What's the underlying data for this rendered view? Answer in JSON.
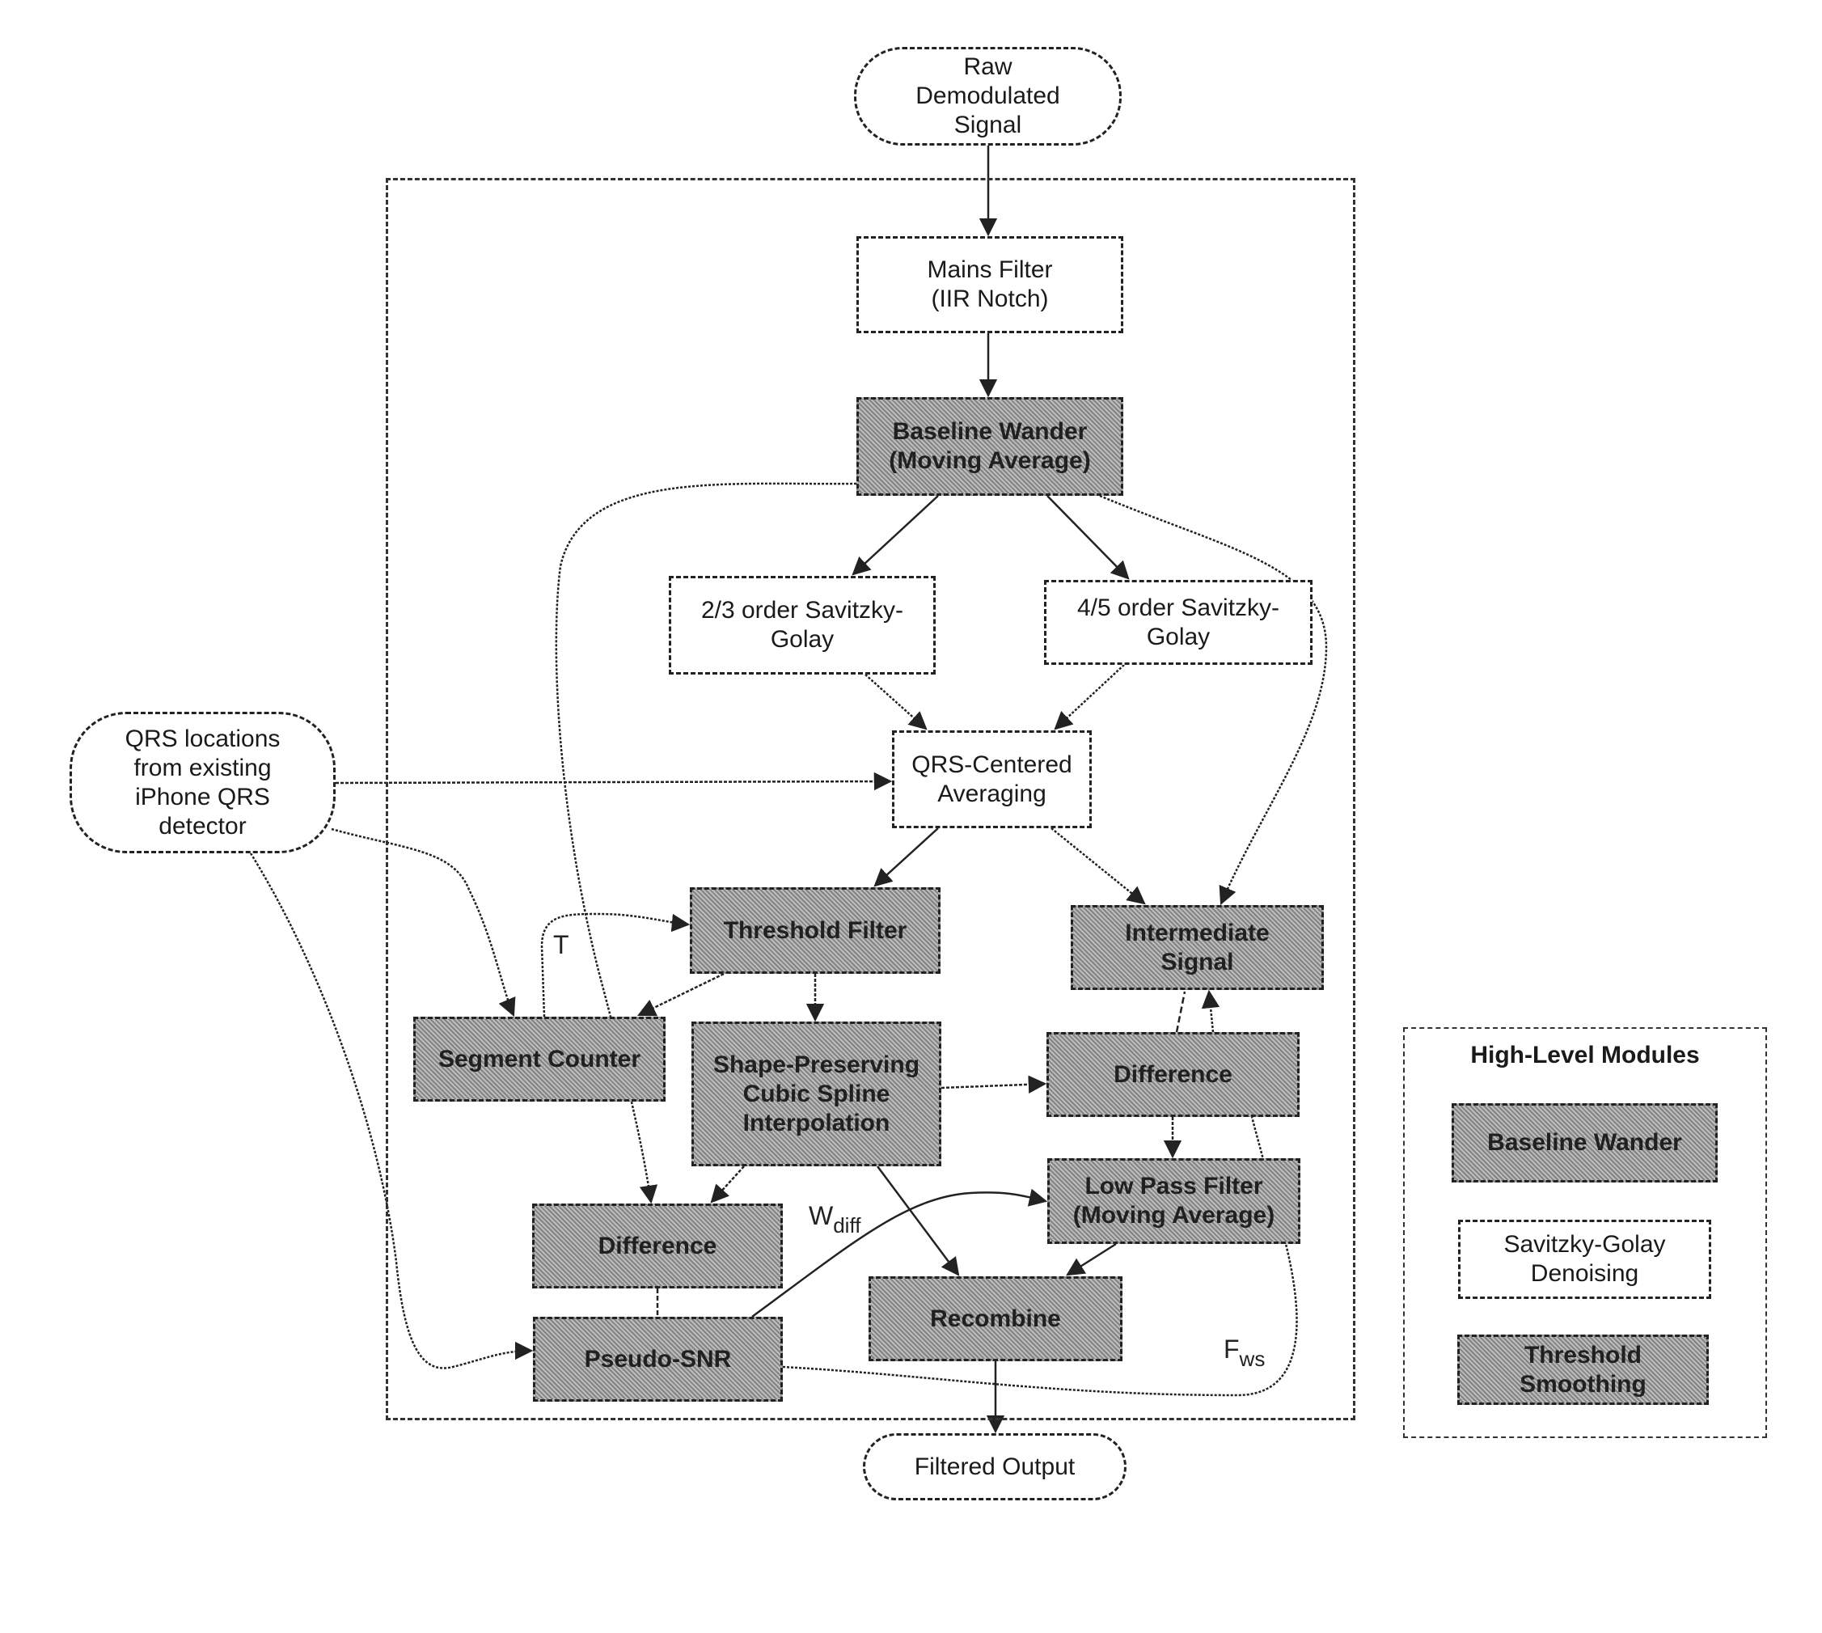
{
  "diagram": {
    "nodes": {
      "raw": {
        "label": "Raw\nDemodulated\nSignal",
        "style": "white"
      },
      "mains": {
        "label": "Mains Filter\n(IIR Notch)",
        "style": "white"
      },
      "baseline": {
        "label": "Baseline Wander\n(Moving Average)",
        "style": "shaded"
      },
      "sg23": {
        "label": "2/3 order Savitzky-\nGolay",
        "style": "white"
      },
      "sg45": {
        "label": "4/5 order Savitzky-\nGolay",
        "style": "white"
      },
      "qrs_avg": {
        "label": "QRS-Centered\nAveraging",
        "style": "white"
      },
      "qrs_loc": {
        "label": "QRS locations\nfrom existing\niPhone QRS\ndetector",
        "style": "white"
      },
      "threshold": {
        "label": "Threshold Filter",
        "style": "shaded"
      },
      "intermediate": {
        "label": "Intermediate\nSignal",
        "style": "shaded"
      },
      "segment": {
        "label": "Segment Counter",
        "style": "shaded"
      },
      "spline": {
        "label": "Shape-Preserving\nCubic Spline\nInterpolation",
        "style": "shaded"
      },
      "diff_right": {
        "label": "Difference",
        "style": "shaded"
      },
      "lowpass": {
        "label": "Low Pass Filter\n(Moving Average)",
        "style": "shaded"
      },
      "diff_left": {
        "label": "Difference",
        "style": "shaded"
      },
      "recombine": {
        "label": "Recombine",
        "style": "shaded"
      },
      "pseudo_snr": {
        "label": "Pseudo-SNR",
        "style": "shaded"
      },
      "output": {
        "label": "Filtered Output",
        "style": "white"
      }
    },
    "edge_labels": {
      "T": "T",
      "W": "W",
      "W_sub": "diff",
      "F": "F",
      "F_sub": "ws"
    },
    "edges": [
      {
        "from": "raw",
        "to": "mains"
      },
      {
        "from": "mains",
        "to": "baseline"
      },
      {
        "from": "baseline",
        "to": "sg23"
      },
      {
        "from": "baseline",
        "to": "sg45"
      },
      {
        "from": "baseline",
        "to": "intermediate"
      },
      {
        "from": "baseline",
        "to": "diff_left"
      },
      {
        "from": "sg23",
        "to": "qrs_avg"
      },
      {
        "from": "sg45",
        "to": "qrs_avg"
      },
      {
        "from": "qrs_loc",
        "to": "qrs_avg"
      },
      {
        "from": "qrs_loc",
        "to": "segment"
      },
      {
        "from": "qrs_loc",
        "to": "pseudo_snr"
      },
      {
        "from": "qrs_avg",
        "to": "threshold"
      },
      {
        "from": "qrs_avg",
        "to": "intermediate"
      },
      {
        "from": "segment",
        "to": "threshold",
        "label": "T"
      },
      {
        "from": "threshold",
        "to": "segment"
      },
      {
        "from": "threshold",
        "to": "spline"
      },
      {
        "from": "spline",
        "to": "diff_right"
      },
      {
        "from": "spline",
        "to": "diff_left"
      },
      {
        "from": "spline",
        "to": "recombine"
      },
      {
        "from": "intermediate",
        "to": "diff_right"
      },
      {
        "from": "diff_right",
        "to": "intermediate"
      },
      {
        "from": "diff_right",
        "to": "lowpass"
      },
      {
        "from": "pseudo_snr",
        "to": "lowpass",
        "label": "W_diff"
      },
      {
        "from": "pseudo_snr",
        "to": "diff_right",
        "label": "F_ws"
      },
      {
        "from": "diff_left",
        "to": "pseudo_snr"
      },
      {
        "from": "lowpass",
        "to": "recombine"
      },
      {
        "from": "recombine",
        "to": "output"
      }
    ]
  },
  "legend": {
    "title": "High-Level Modules",
    "items": [
      {
        "label": "Baseline Wander",
        "style": "shaded"
      },
      {
        "label": "Savitzky-Golay\nDenoising",
        "style": "white"
      },
      {
        "label": "Threshold\nSmoothing",
        "style": "shaded"
      }
    ]
  }
}
